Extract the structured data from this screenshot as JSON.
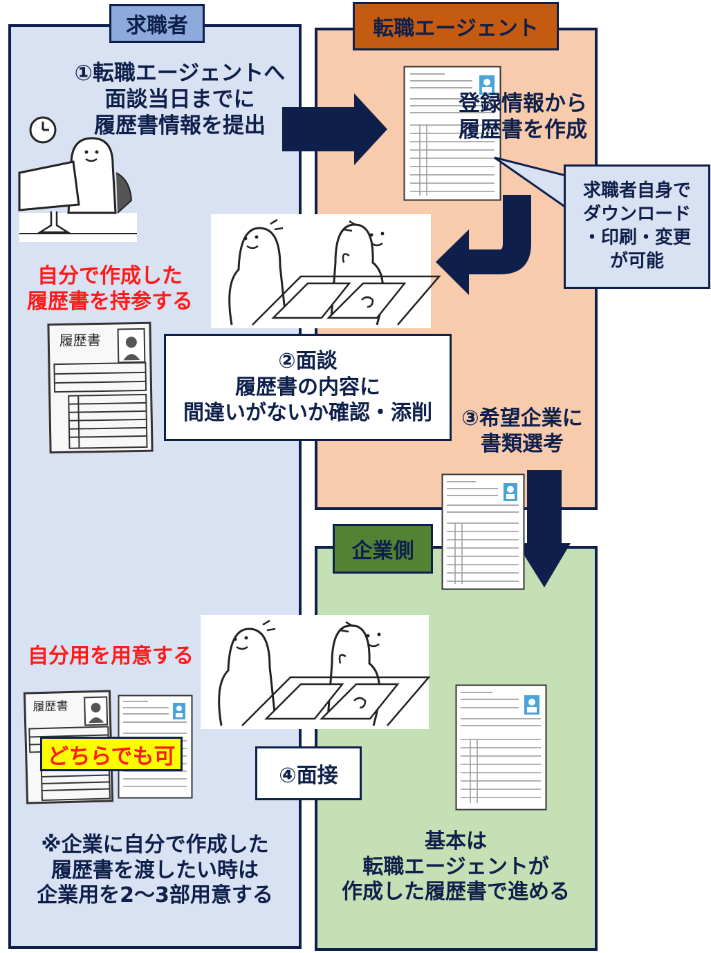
{
  "colors": {
    "seeker_bg": "#d9e2f2",
    "seeker_tag": "#8ea9db",
    "agent_bg": "#f8cbad",
    "agent_tag": "#c55a11",
    "company_bg": "#c5e0b4",
    "company_tag": "#548235",
    "navy": "#0d1f4a",
    "red": "#ff1a1a",
    "highlight": "#ffff00"
  },
  "sections": {
    "seeker": "求職者",
    "agent": "転職エージェント",
    "company": "企業側"
  },
  "step1": [
    "①転職エージェントへ",
    "面談当日までに",
    "履歴書情報を提出"
  ],
  "agent_create": [
    "登録情報から",
    "履歴書を作成"
  ],
  "callout": [
    "求職者自身で",
    "ダウンロード",
    "・印刷・変更",
    "が可能"
  ],
  "bring_own": [
    "自分で作成した",
    "履歴書を持参する"
  ],
  "step2": [
    "②面談",
    "履歴書の内容に",
    "間違いがないか確認・添削"
  ],
  "step3": [
    "③希望企業に",
    "書類選考"
  ],
  "prepare_own": "自分用を用意する",
  "either_ok": "どちらでも可",
  "step4": "④面接",
  "note": [
    "※企業に自分で作成した",
    "履歴書を渡したい時は",
    "企業用を2〜3部用意する"
  ],
  "company_note": [
    "基本は",
    "転職エージェントが",
    "作成した履歴書で進める"
  ],
  "handwritten_title": "履歴書",
  "icons": [
    "clock-icon",
    "computer-icon",
    "person-icon",
    "resume-form-icon",
    "arrow-icon"
  ]
}
